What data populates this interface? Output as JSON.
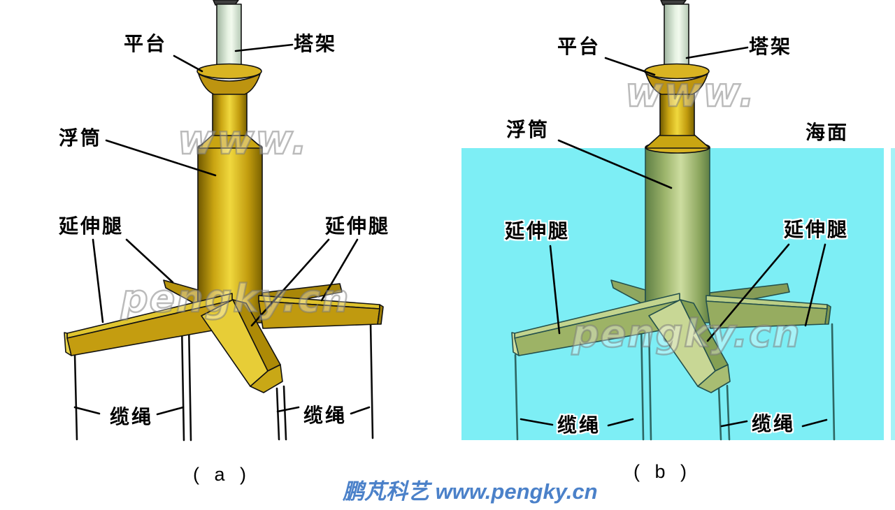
{
  "labels": {
    "platform": "平台",
    "tower": "塔架",
    "buoy": "浮筒",
    "extension_leg": "延伸腿",
    "cable": "缆绳",
    "sea_surface": "海面"
  },
  "captions": {
    "a": "( a )",
    "b": "( b )"
  },
  "watermarks": {
    "www": "www.",
    "site": "pengky.cn"
  },
  "footer": {
    "brand": "鹏芃科艺 www.pengky.cn"
  },
  "colors": {
    "water": "#7deef5",
    "gold": "#d9b422",
    "olive": "#9cb46b",
    "tower": "#dcead8",
    "cable_a": "#0c0c0c",
    "cable_b": "#2d6663",
    "footer_blue": "#4b81c9",
    "label_black": "#000000"
  }
}
